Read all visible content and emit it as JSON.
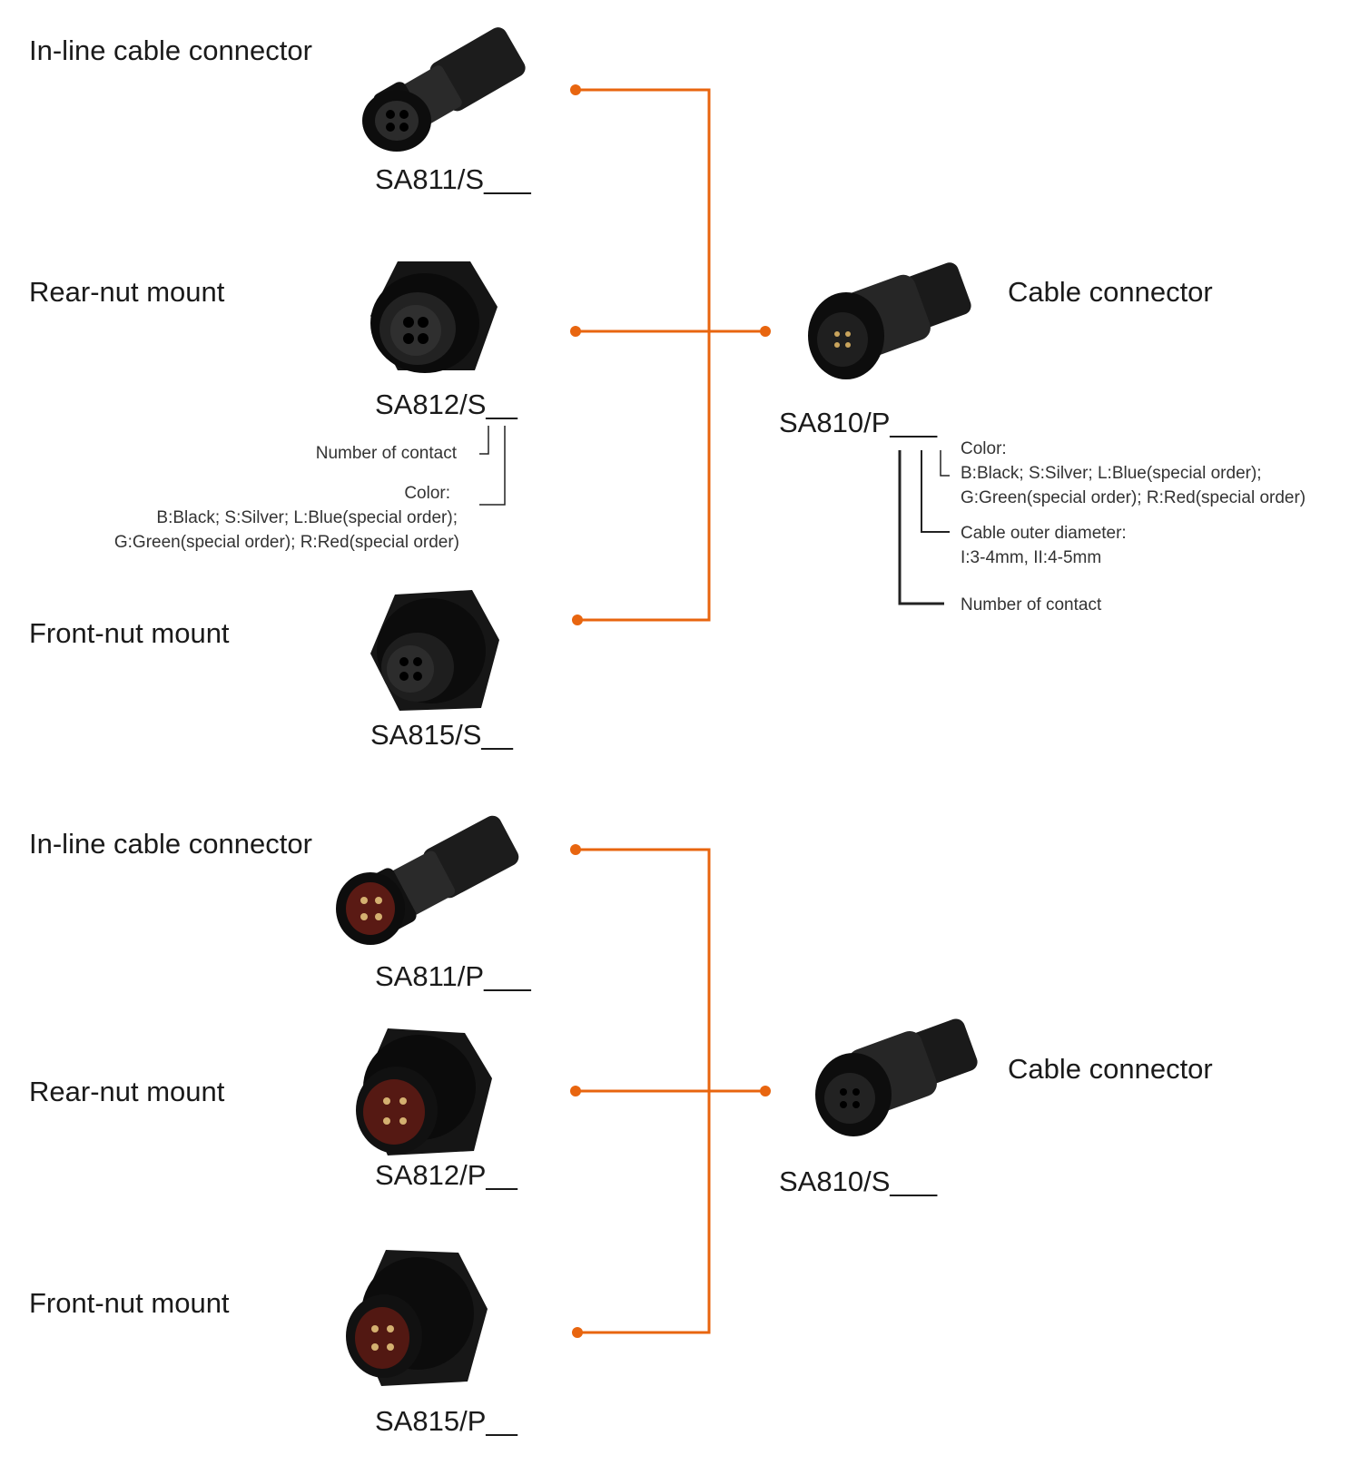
{
  "accent_color": "#e8650f",
  "groups": [
    {
      "items": [
        {
          "category": "In-line cable connector",
          "part": "SA811/S___",
          "icon": "inline-connector-female-icon"
        },
        {
          "category": "Rear-nut mount",
          "part": "SA812/S__",
          "icon": "rear-nut-receptacle-female-icon"
        },
        {
          "category": "Front-nut mount",
          "part": "SA815/S__",
          "icon": "front-nut-receptacle-female-icon"
        }
      ],
      "mate": {
        "category": "Cable connector",
        "part": "SA810/P___",
        "icon": "cable-connector-male-icon"
      }
    },
    {
      "items": [
        {
          "category": "In-line cable connector",
          "part": "SA811/P___",
          "icon": "inline-connector-male-icon"
        },
        {
          "category": "Rear-nut mount",
          "part": "SA812/P__",
          "icon": "rear-nut-receptacle-male-icon"
        },
        {
          "category": "Front-nut mount",
          "part": "SA815/P__",
          "icon": "front-nut-receptacle-male-icon"
        }
      ],
      "mate": {
        "category": "Cable connector",
        "part": "SA810/S___",
        "icon": "cable-connector-female-icon"
      }
    }
  ],
  "legend_left": {
    "number_of_contact": "Number of contact",
    "color_title": "Color:",
    "color_line1": "B:Black; S:Silver; L:Blue(special order);",
    "color_line2": "G:Green(special order); R:Red(special order)"
  },
  "legend_right": {
    "color_title": "Color:",
    "color_line1": "B:Black; S:Silver; L:Blue(special order);",
    "color_line2": "G:Green(special order); R:Red(special order)",
    "diameter_title": "Cable outer diameter:",
    "diameter_values": "I:3-4mm, II:4-5mm",
    "number_of_contact": "Number of contact"
  }
}
